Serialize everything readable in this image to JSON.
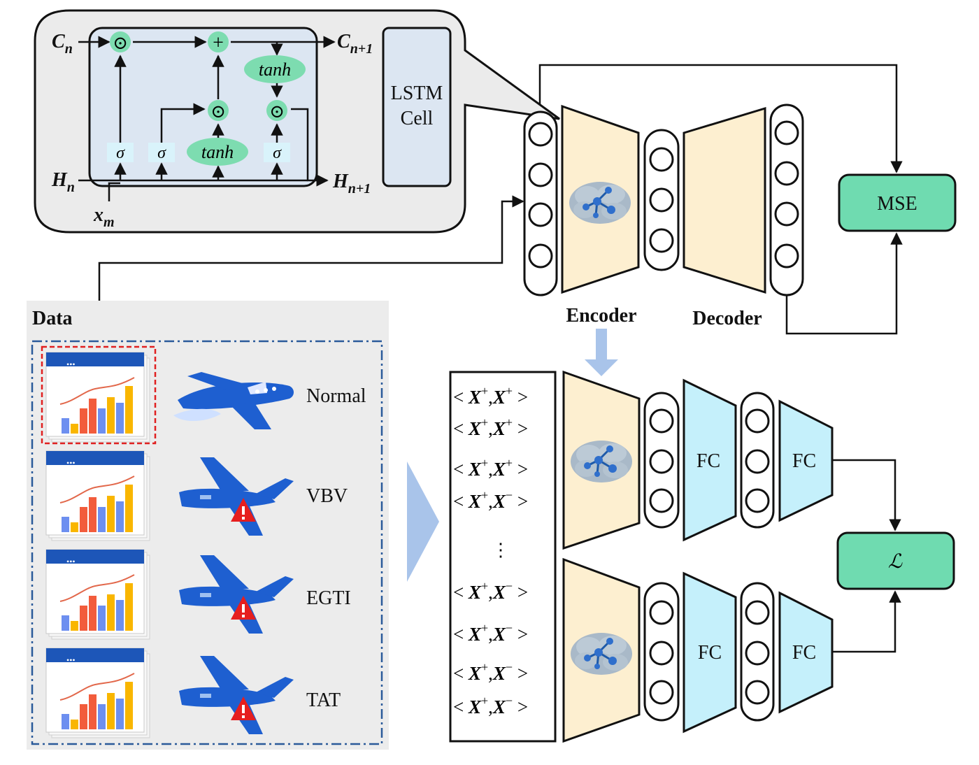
{
  "lstm": {
    "c_in": "C",
    "c_in_sub": "n",
    "c_out": "C",
    "c_out_sub": "n+1",
    "h_in": "H",
    "h_in_sub": "n",
    "h_out": "H",
    "h_out_sub": "n+1",
    "x_in": "x",
    "x_in_sub": "m",
    "tanh_top": "tanh",
    "tanh_mid": "tanh",
    "sigma": "σ",
    "mult": "⊙",
    "plus": "+",
    "cell_line1": "LSTM",
    "cell_line2": "Cell"
  },
  "autoencoder": {
    "encoder_label": "Encoder",
    "decoder_label": "Decoder",
    "mse_label": "MSE"
  },
  "data_panel": {
    "title": "Data",
    "dots": "•••",
    "classes": [
      "Normal",
      "VBV",
      "EGTI",
      "TAT"
    ]
  },
  "pairs": {
    "rows": [
      {
        "left": "X",
        "lsup": "+",
        "right": "X",
        "rsup": "+"
      },
      {
        "left": "X",
        "lsup": "+",
        "right": "X",
        "rsup": "+"
      },
      {
        "left": "X",
        "lsup": "+",
        "right": "X",
        "rsup": "+"
      },
      {
        "left": "X",
        "lsup": "+",
        "right": "X",
        "rsup": "−"
      },
      {
        "left": "X",
        "lsup": "+",
        "right": "X",
        "rsup": "−"
      },
      {
        "left": "X",
        "lsup": "+",
        "right": "X",
        "rsup": "−"
      },
      {
        "left": "X",
        "lsup": "+",
        "right": "X",
        "rsup": "−"
      },
      {
        "left": "X",
        "lsup": "+",
        "right": "X",
        "rsup": "−"
      }
    ],
    "ellipsis": "⋮",
    "lt": "<",
    "gt": ">",
    "comma": ","
  },
  "siamese": {
    "fc_label": "FC",
    "loss_label": "ℒ"
  },
  "colors": {
    "lstm_bg": "#ebebeb",
    "cell_bg": "#dce6f2",
    "gate_green": "#7ddcb0",
    "sigma_bg": "#d9f3fb",
    "encoder_fill": "#fdefd0",
    "fc_fill": "#c5f0fb",
    "box_green": "#6fdbb0",
    "data_bg": "#ececec",
    "dash_blue": "#2a5a9a",
    "red_dash": "#e02020",
    "arrow_blue": "#a9c4ea",
    "bar_blue": "#6d8ff0",
    "bar_orange": "#f9b600",
    "bar_red": "#f25c3c",
    "plane_blue": "#1e5fd0",
    "warning_red": "#e61e1e"
  }
}
